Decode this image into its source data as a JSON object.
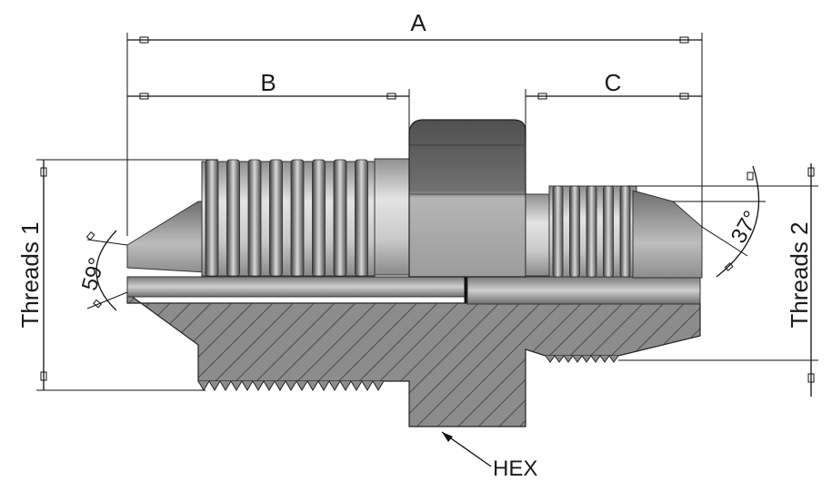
{
  "diagram": {
    "dimensions": {
      "a": "A",
      "b": "B",
      "c": "C"
    },
    "threads": {
      "left": "Threads 1",
      "right": "Threads 2"
    },
    "angles": {
      "left": "59°",
      "right": "37°"
    },
    "callout": "HEX",
    "colors": {
      "metal_light": "#d6d6d6",
      "metal_mid": "#a9a9a9",
      "metal_dark": "#5b5b5b",
      "section_fill": "#8a8a8a",
      "hatch": "#2f2f2f",
      "line": "#111111"
    }
  }
}
